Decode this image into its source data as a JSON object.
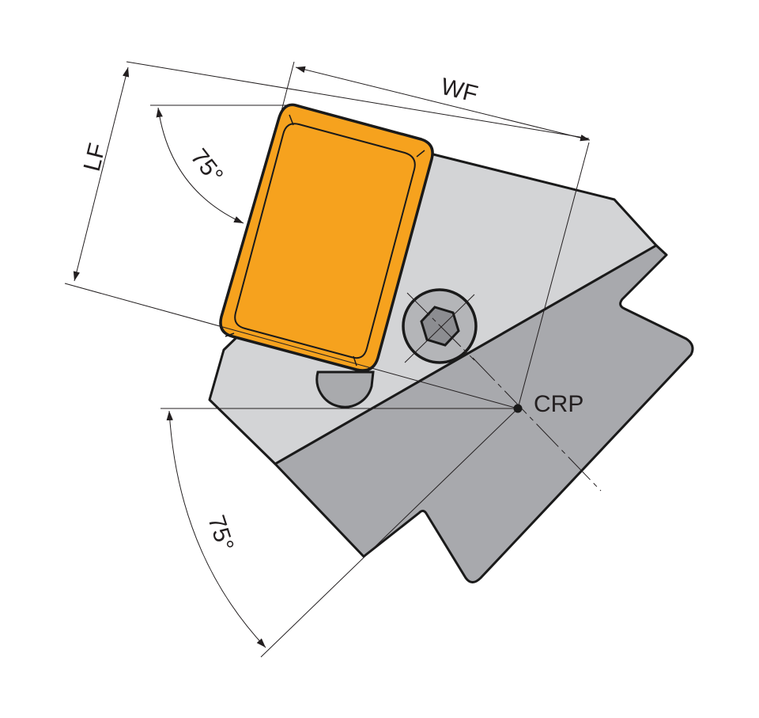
{
  "diagram": {
    "type": "turning-tool-holder-geometry",
    "labels": {
      "lf": "LF",
      "wf": "WF",
      "crp": "CRP",
      "angle_top": "75°",
      "angle_bottom": "75°"
    },
    "colors": {
      "insert": "#f6a21e",
      "holder_light": "#d3d4d6",
      "holder_dark": "#a8a9ad",
      "screw_head": "#a9aaad",
      "screw_hex": "#8c8d91",
      "outline": "#1a1a1a",
      "dimension_line": "#231f20"
    }
  }
}
